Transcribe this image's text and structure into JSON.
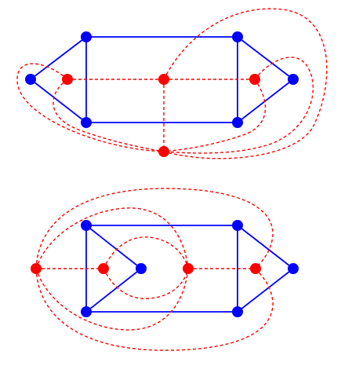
{
  "colors": {
    "background": "#ffffff",
    "primal": "#0000ff",
    "dual": "#ff0000"
  },
  "diagrams": [
    {
      "name": "top-graph",
      "description_visible_text": [],
      "primal_vertices": 6,
      "dual_vertices": 4
    },
    {
      "name": "bottom-graph",
      "description_visible_text": [],
      "primal_vertices": 6,
      "dual_vertices": 4
    }
  ]
}
